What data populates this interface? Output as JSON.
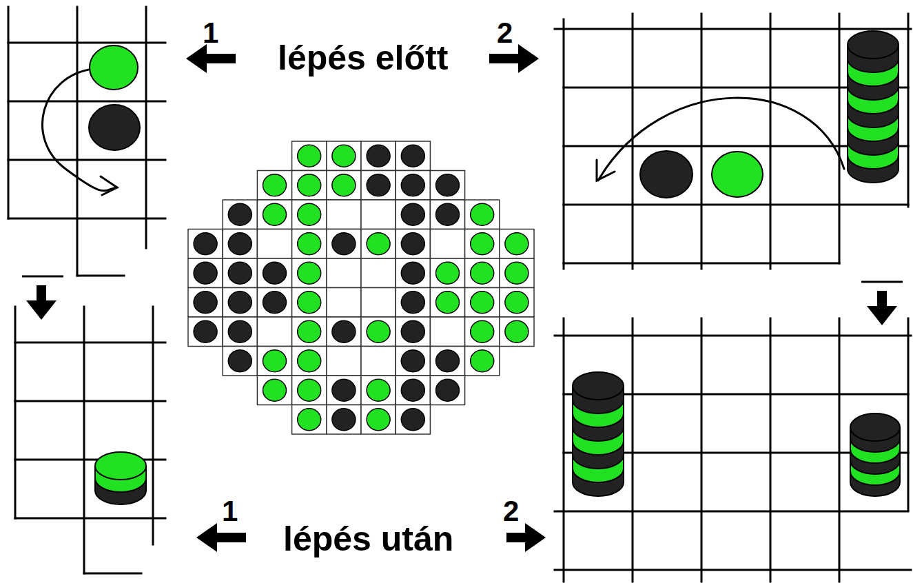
{
  "diagram": {
    "labels": [
      "1",
      "lépés előtt",
      "2",
      "1",
      "lépés után",
      "2"
    ]
  }
}
